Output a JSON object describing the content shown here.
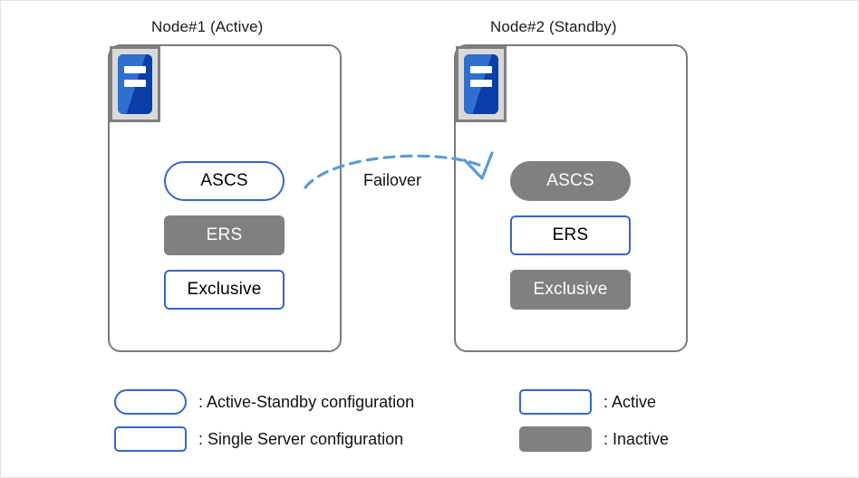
{
  "diagram": {
    "title_node1": "Node#1 (Active)",
    "title_node2": "Node#2 (Standby)",
    "failover_label": "Failover",
    "colors": {
      "active_border": "#3566c4",
      "inactive_fill": "#808080",
      "frame_border": "#7b7b7b",
      "arrow": "#5b9bd5",
      "icon_blue_dark": "#0b3ea8",
      "icon_blue_light": "#2f6fd0",
      "icon_bezel": "#d9d9d9",
      "icon_bezel_border": "#808080"
    }
  },
  "nodes": [
    {
      "id": "node1",
      "title": "Node#1 (Active)",
      "icon_name": "server-icon",
      "services": [
        {
          "label": "ASCS",
          "shape": "pill",
          "state": "active"
        },
        {
          "label": "ERS",
          "shape": "rect",
          "state": "inactive"
        },
        {
          "label": "Exclusive",
          "shape": "rect",
          "state": "active"
        }
      ]
    },
    {
      "id": "node2",
      "title": "Node#2 (Standby)",
      "icon_name": "server-icon",
      "services": [
        {
          "label": "ASCS",
          "shape": "pill",
          "state": "inactive"
        },
        {
          "label": "ERS",
          "shape": "rect",
          "state": "active"
        },
        {
          "label": "Exclusive",
          "shape": "rect",
          "state": "inactive"
        }
      ]
    }
  ],
  "legend": {
    "left": [
      {
        "swatch": "pill-outline",
        "text": ": Active-Standby configuration"
      },
      {
        "swatch": "rect-outline",
        "text": ": Single Server configuration"
      }
    ],
    "right": [
      {
        "swatch": "rect-outline",
        "text": ": Active"
      },
      {
        "swatch": "rect-filled",
        "text": ": Inactive"
      }
    ]
  }
}
